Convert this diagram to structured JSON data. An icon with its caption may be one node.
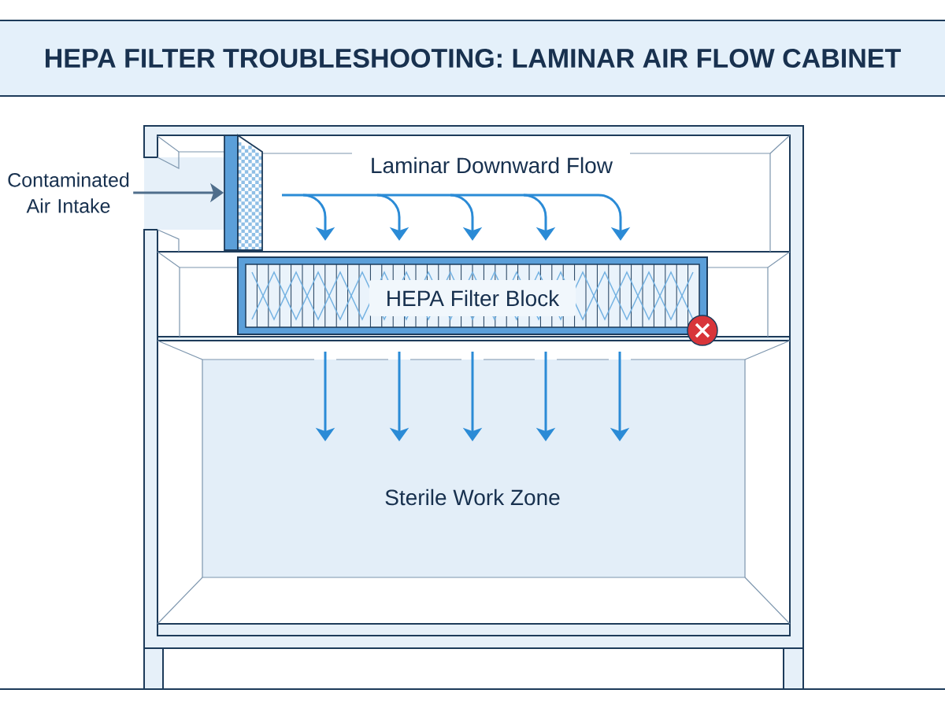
{
  "diagram": {
    "title": "HEPA FILTER TROUBLESHOOTING: LAMINAR AIR FLOW CABINET",
    "nodes": [
      {
        "text": [
          "Contaminated Air Intake"
        ]
      },
      {
        "text": [],
        "shape": "box"
      },
      {
        "text": [
          "HEPA Filter Block"
        ]
      },
      {
        "text": [
          "Sterile Work Zone"
        ]
      }
    ],
    "edges": [
      {
        "from": 0,
        "to": 1,
        "arrow": "to"
      }
    ],
    "labels": [
      "Laminar Downward Flow"
    ]
  }
}
